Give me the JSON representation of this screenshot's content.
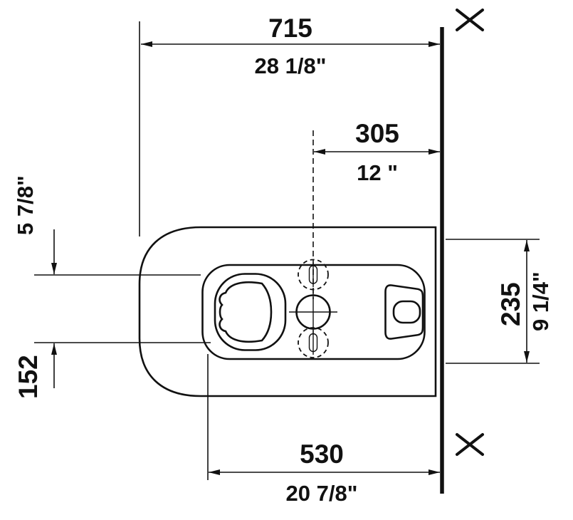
{
  "colors": {
    "line": "#111111",
    "tab_fill": "#9c9c9c",
    "background": "#ffffff"
  },
  "drawing": {
    "name": "toilet plan view technical dimension drawing"
  },
  "dimensions": {
    "overall": {
      "mm": "715",
      "inch": "28 1/8\""
    },
    "rough_in": {
      "mm": "305",
      "inch": "12 \""
    },
    "left_upper_inch": "5 7/8\"",
    "left_lower_mm": "152",
    "right": {
      "mm": "235",
      "inch": "9 1/4\""
    },
    "bottom": {
      "mm": "530",
      "inch": "20 7/8\""
    }
  }
}
